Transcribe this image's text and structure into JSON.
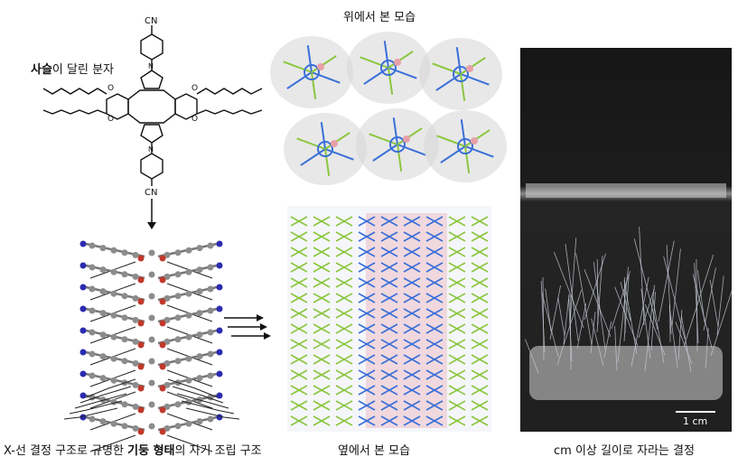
{
  "molecule": {
    "caption_bold": "사슬",
    "caption_rest": "이 달린 분자",
    "cn_top": "CN",
    "cn_bottom": "CN",
    "atom_n": "N",
    "atom_o": "O"
  },
  "top_view": {
    "caption": "위에서 본 모습"
  },
  "side_view": {
    "caption": "옆에서 본 모습"
  },
  "structure": {
    "caption_pre": "X-선 결정 구조로 규명한 ",
    "caption_bold": "기둥 형태",
    "caption_post": "의 자기 조립 구조"
  },
  "photo": {
    "caption": "cm 이상 길이로 자라는 결정",
    "scale_label": "1 cm"
  },
  "colors": {
    "carbon": "#8c8c8c",
    "nitrogen": "#2b2bb0",
    "oxygen": "#c0392b",
    "green_bond": "#8bc63f",
    "blue_bond": "#3a6fd8",
    "pink": "#e8a0a8",
    "photo_bg": "#141414"
  }
}
